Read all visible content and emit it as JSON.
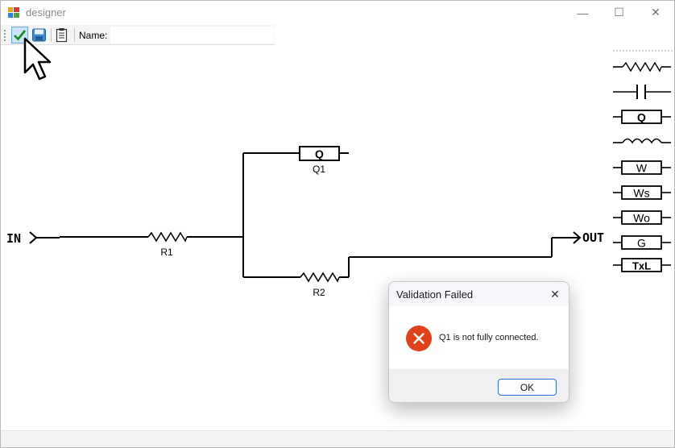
{
  "window": {
    "title": "designer",
    "controls": {
      "minimize": "—",
      "maximize": "☐",
      "close": "✕"
    }
  },
  "toolbar": {
    "name_label": "Name:",
    "name_value": "",
    "buttons": [
      "check-icon",
      "save-icon",
      "clipboard-icon"
    ]
  },
  "circuit": {
    "input_label": "IN",
    "output_label": "OUT",
    "components": [
      {
        "type": "resistor",
        "label": "R1"
      },
      {
        "type": "box",
        "text": "Q",
        "label": "Q1"
      },
      {
        "type": "resistor",
        "label": "R2"
      }
    ]
  },
  "palette": {
    "items": [
      {
        "name": "resistor",
        "text": ""
      },
      {
        "name": "capacitor",
        "text": ""
      },
      {
        "name": "cpe",
        "text": "Q"
      },
      {
        "name": "inductor",
        "text": ""
      },
      {
        "name": "warburg",
        "text": "W"
      },
      {
        "name": "warburg-short",
        "text": "Ws"
      },
      {
        "name": "warburg-open",
        "text": "Wo"
      },
      {
        "name": "gerischer",
        "text": "G"
      },
      {
        "name": "transmission-line",
        "text": "TxL"
      }
    ]
  },
  "dialog": {
    "title": "Validation Failed",
    "message": "Q1 is not fully connected.",
    "ok_label": "OK",
    "close": "✕",
    "icon": "error-icon",
    "icon_color": "#e0411a"
  },
  "colors": {
    "accent": "#0078d4",
    "selected_button": "#cce4f7",
    "error": "#e0411a"
  }
}
